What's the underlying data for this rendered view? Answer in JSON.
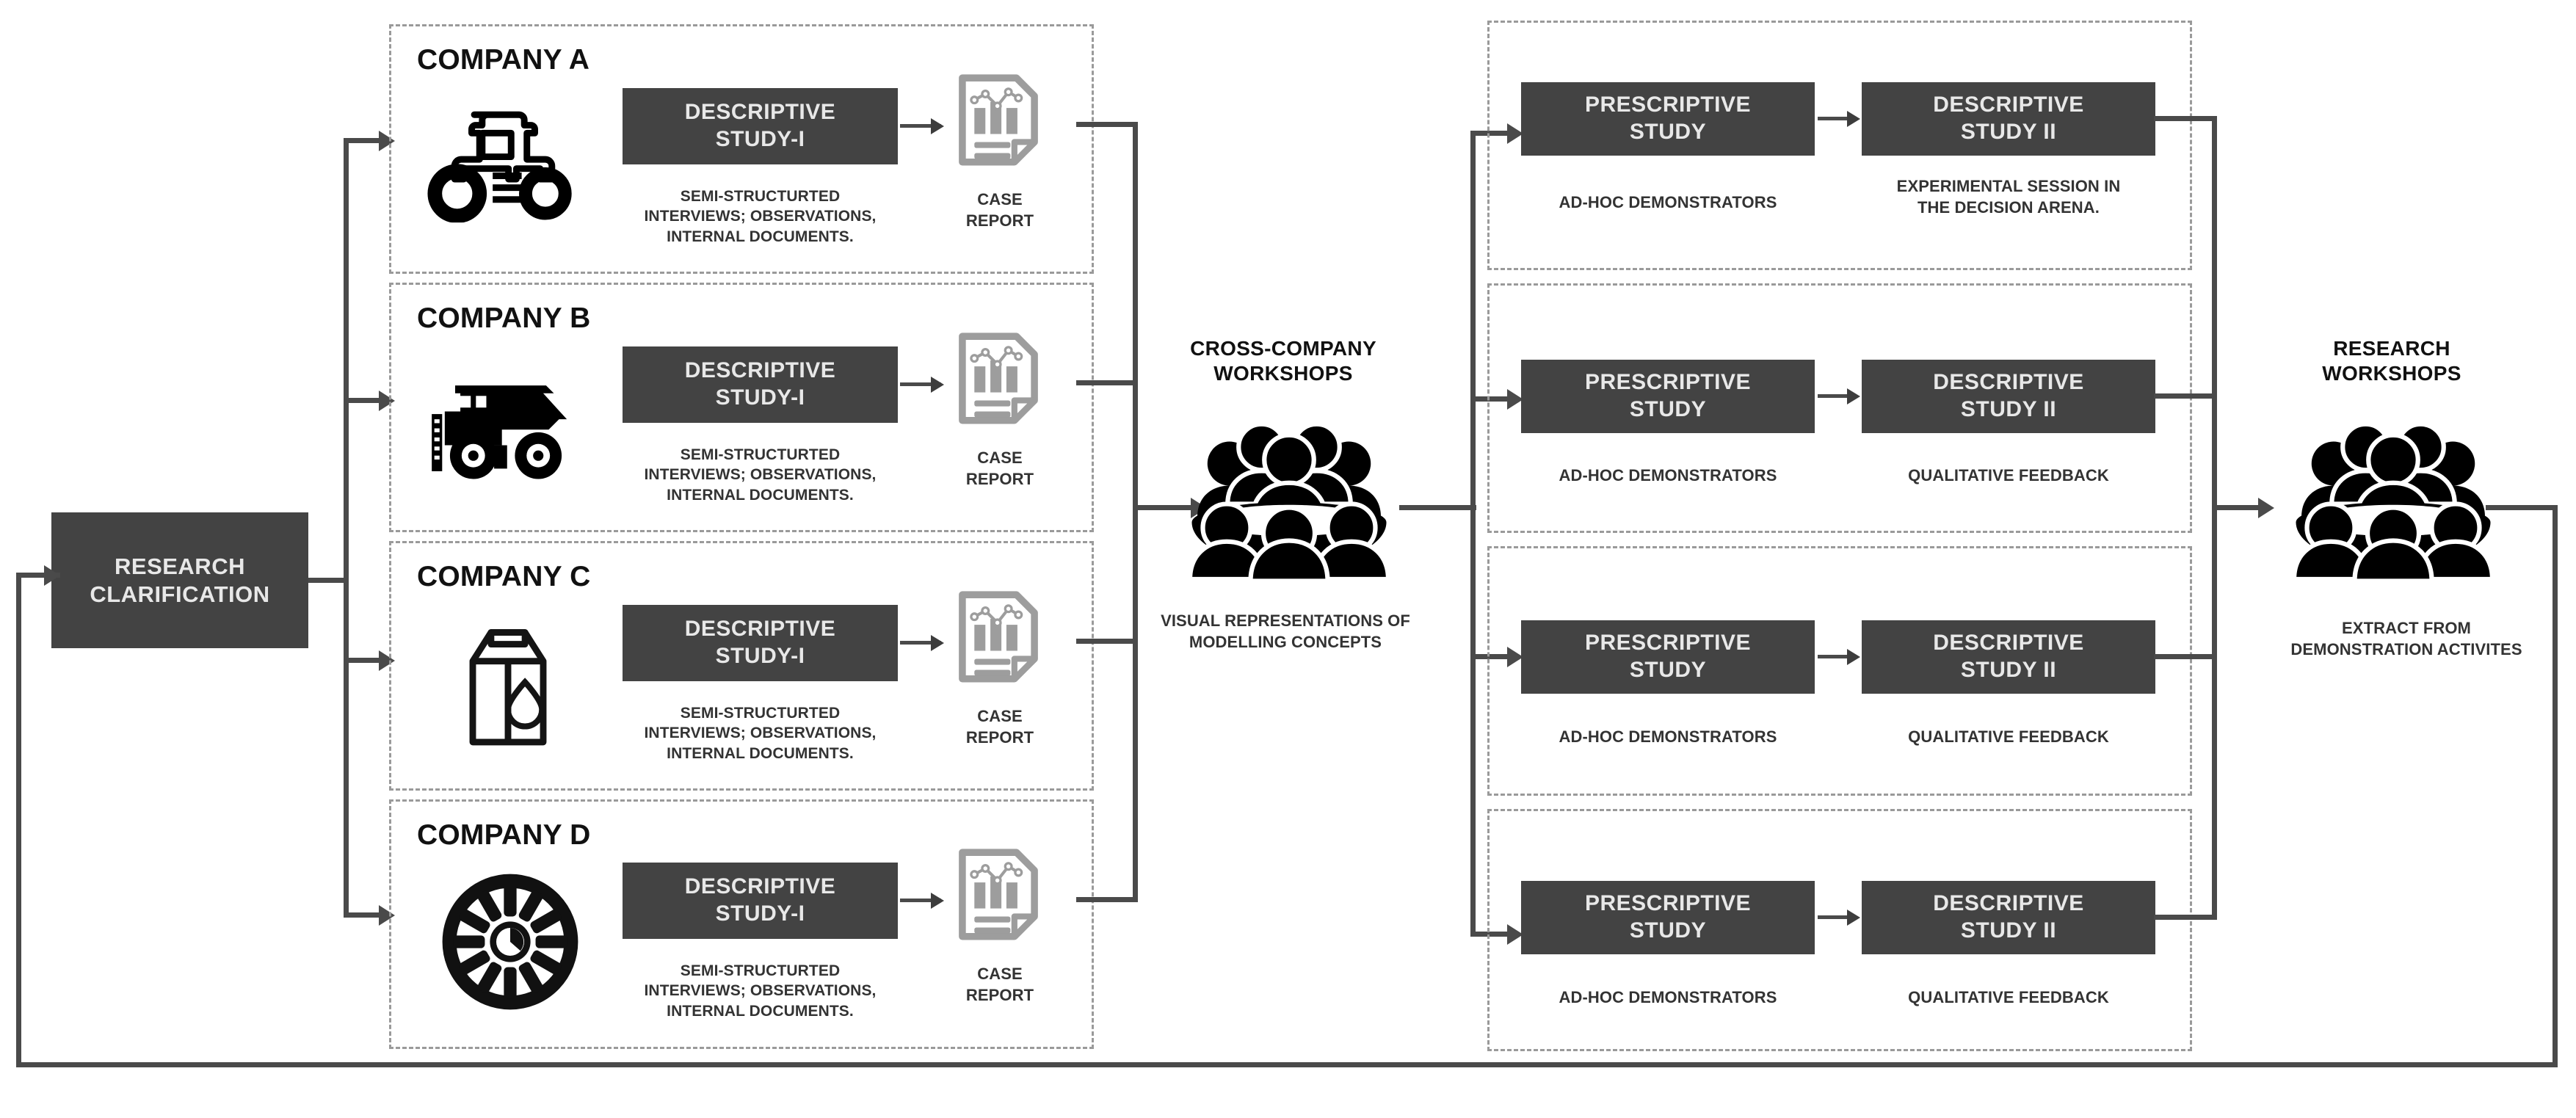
{
  "diagram": {
    "title": "Research methodology flow (DRM)",
    "colors": {
      "box_fill": "#434343",
      "box_text": "#e8e8e8",
      "line": "#4a4a4a",
      "dashed_border": "#9a9a9a",
      "icon_doc": "#9d9d9d",
      "background": "#ffffff"
    }
  },
  "start": {
    "label": "RESEARCH\nCLARIFICATION",
    "line1": "RESEARCH",
    "line2": "CLARIFICATION"
  },
  "companies": [
    {
      "title": "COMPANY A",
      "icon": "tractor-icon",
      "study": {
        "line1": "DESCRIPTIVE",
        "line2": "STUDY-I"
      },
      "method": "SEMI-STRUCTURTED\nINTERVIEWS; OBSERVATIONS,\nINTERNAL DOCUMENTS.",
      "method_lines": [
        "SEMI-STRUCTURTED",
        "INTERVIEWS; OBSERVATIONS,",
        "INTERNAL DOCUMENTS."
      ],
      "output": {
        "icon": "case-report-icon",
        "line1": "CASE",
        "line2": "REPORT"
      }
    },
    {
      "title": "COMPANY B",
      "icon": "mining-dump-truck-icon",
      "study": {
        "line1": "DESCRIPTIVE",
        "line2": "STUDY-I"
      },
      "method": "SEMI-STRUCTURTED\nINTERVIEWS; OBSERVATIONS,\nINTERNAL DOCUMENTS.",
      "method_lines": [
        "SEMI-STRUCTURTED",
        "INTERVIEWS; OBSERVATIONS,",
        "INTERNAL DOCUMENTS."
      ],
      "output": {
        "icon": "case-report-icon",
        "line1": "CASE",
        "line2": "REPORT"
      }
    },
    {
      "title": "COMPANY C",
      "icon": "milk-carton-icon",
      "study": {
        "line1": "DESCRIPTIVE",
        "line2": "STUDY-I"
      },
      "method": "SEMI-STRUCTURTED\nINTERVIEWS; OBSERVATIONS,\nINTERNAL DOCUMENTS.",
      "method_lines": [
        "SEMI-STRUCTURTED",
        "INTERVIEWS; OBSERVATIONS,",
        "INTERNAL DOCUMENTS."
      ],
      "output": {
        "icon": "case-report-icon",
        "line1": "CASE",
        "line2": "REPORT"
      }
    },
    {
      "title": "COMPANY D",
      "icon": "turbine-fan-icon",
      "study": {
        "line1": "DESCRIPTIVE",
        "line2": "STUDY-I"
      },
      "method": "SEMI-STRUCTURTED\nINTERVIEWS; OBSERVATIONS,\nINTERNAL DOCUMENTS.",
      "method_lines": [
        "SEMI-STRUCTURTED",
        "INTERVIEWS; OBSERVATIONS,",
        "INTERNAL DOCUMENTS."
      ],
      "output": {
        "icon": "case-report-icon",
        "line1": "CASE",
        "line2": "REPORT"
      }
    }
  ],
  "cross_company_workshops": {
    "title_line1": "CROSS-COMPANY",
    "title_line2": "WORKSHOPS",
    "icon": "group-of-people-icon",
    "caption_line1": "VISUAL REPRESENTATIONS OF",
    "caption_line2": "MODELLING CONCEPTS"
  },
  "study_rows": [
    {
      "prescriptive": {
        "line1": "PRESCRIPTIVE",
        "line2": "STUDY"
      },
      "prescriptive_caption_lines": [
        "AD-HOC DEMONSTRATORS"
      ],
      "descriptive": {
        "line1": "DESCRIPTIVE",
        "line2": "STUDY II"
      },
      "descriptive_caption_lines": [
        "EXPERIMENTAL SESSION IN",
        "THE DECISION ARENA."
      ]
    },
    {
      "prescriptive": {
        "line1": "PRESCRIPTIVE",
        "line2": "STUDY"
      },
      "prescriptive_caption_lines": [
        "AD-HOC DEMONSTRATORS"
      ],
      "descriptive": {
        "line1": "DESCRIPTIVE",
        "line2": "STUDY II"
      },
      "descriptive_caption_lines": [
        "QUALITATIVE FEEDBACK"
      ]
    },
    {
      "prescriptive": {
        "line1": "PRESCRIPTIVE",
        "line2": "STUDY"
      },
      "prescriptive_caption_lines": [
        "AD-HOC DEMONSTRATORS"
      ],
      "descriptive": {
        "line1": "DESCRIPTIVE",
        "line2": "STUDY II"
      },
      "descriptive_caption_lines": [
        "QUALITATIVE FEEDBACK"
      ]
    },
    {
      "prescriptive": {
        "line1": "PRESCRIPTIVE",
        "line2": "STUDY"
      },
      "prescriptive_caption_lines": [
        "AD-HOC DEMONSTRATORS"
      ],
      "descriptive": {
        "line1": "DESCRIPTIVE",
        "line2": "STUDY II"
      },
      "descriptive_caption_lines": [
        "QUALITATIVE FEEDBACK"
      ]
    }
  ],
  "research_workshops": {
    "title_line1": "RESEARCH",
    "title_line2": "WORKSHOPS",
    "icon": "group-of-people-icon",
    "caption_line1": "EXTRACT FROM",
    "caption_line2": "DEMONSTRATION ACTIVITES"
  }
}
